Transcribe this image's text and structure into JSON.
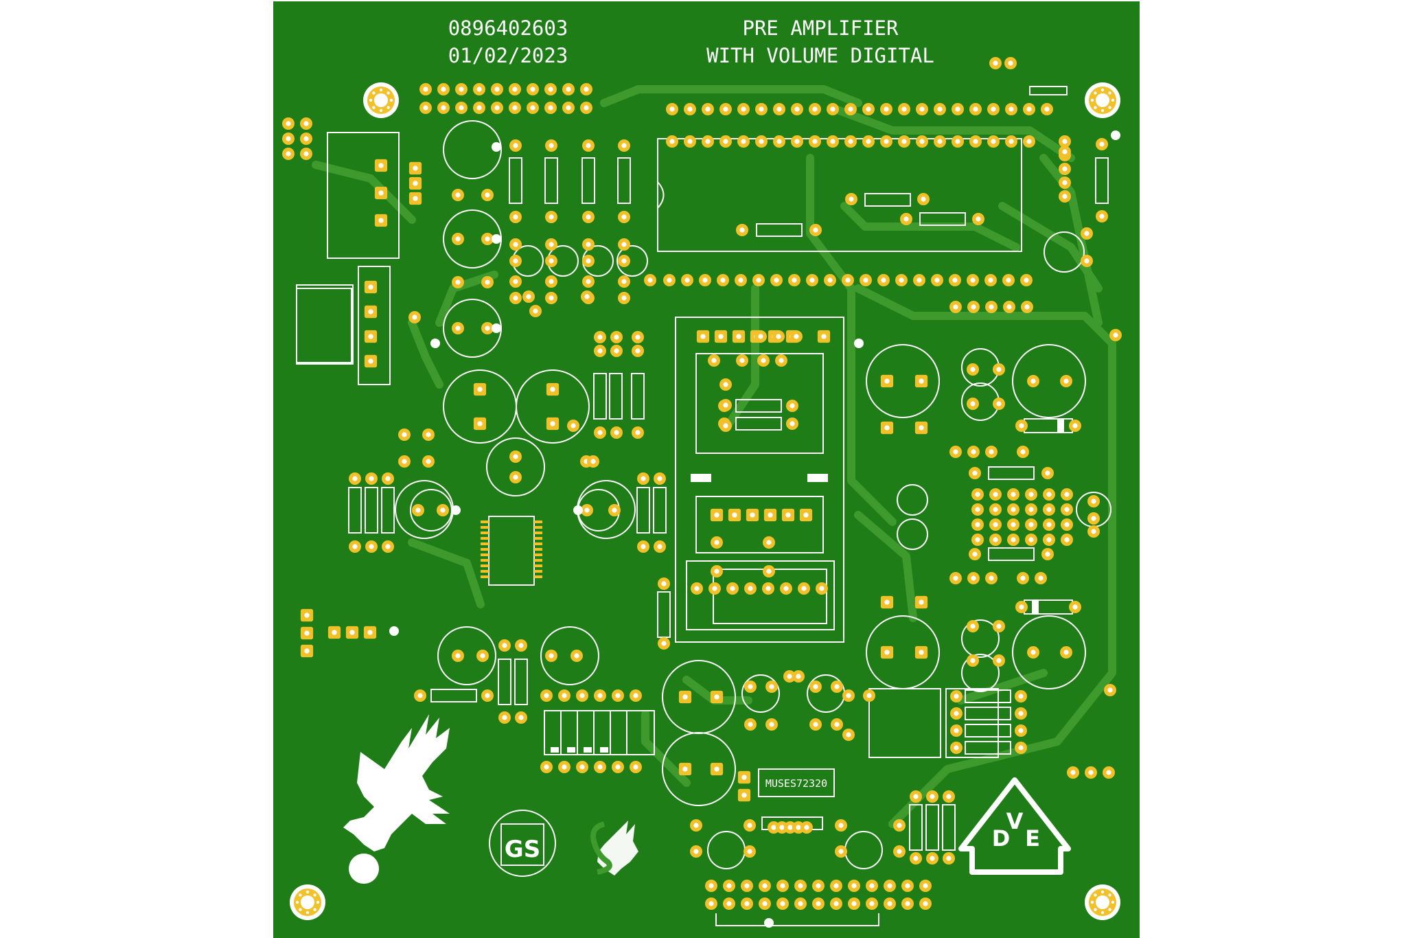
{
  "board": {
    "phone": "0896402603",
    "date": "01/02/2023",
    "title_line1": "PRE AMPLIFIER",
    "title_line2": "WITH VOLUME DIGITAL",
    "chip_label": "MUSES72320",
    "dve_top": "V",
    "dve_left": "D",
    "dve_right": "E",
    "gs_label": "GS",
    "colors": {
      "substrate": "#1f7d18",
      "trace": "#3e9a2c",
      "pad": "#f2c029",
      "silk": "#ffffff"
    }
  }
}
